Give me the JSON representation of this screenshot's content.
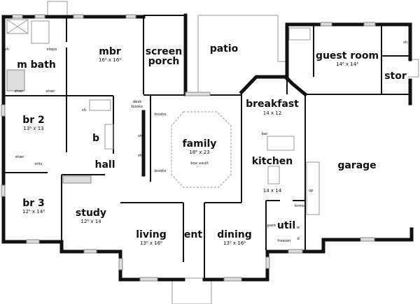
{
  "rooms": {
    "m_bath": {
      "label": "m bath"
    },
    "mbr": {
      "label": "mbr",
      "dim": "16⁶ x 16⁶"
    },
    "screen_porch": {
      "label1": "screen",
      "label2": "porch"
    },
    "patio": {
      "label": "patio"
    },
    "guest_room": {
      "label": "guest room",
      "dim": "14⁶ x 14⁶"
    },
    "stor": {
      "label": "stor"
    },
    "breakfast": {
      "label": "breakfast",
      "dim": "14 x 12"
    },
    "br2": {
      "label": "br 2",
      "dim": "13⁶ x 13"
    },
    "b": {
      "label": "b"
    },
    "family": {
      "label": "family",
      "dim": "18⁶ x 23",
      "note": "box vault"
    },
    "hall": {
      "label": "hall"
    },
    "kitchen": {
      "label": "kitchen",
      "dim": "14 x 14"
    },
    "garage": {
      "label": "garage"
    },
    "br3": {
      "label": "br 3",
      "dim": "12⁶ x 14⁶"
    },
    "study": {
      "label": "study",
      "dim": "12⁶ x 14"
    },
    "living": {
      "label": "living",
      "dim": "13⁶ x 16⁶"
    },
    "ent": {
      "label": "ent"
    },
    "dining": {
      "label": "dining",
      "dim": "13⁶ x 16⁶"
    },
    "util": {
      "label": "util"
    }
  },
  "fixtures": {
    "steps": "steps",
    "desk": "desk",
    "books1": "books",
    "books2": "books",
    "books3": "books",
    "shwr1": "shwr",
    "shwr2": "shwr",
    "shwr3": "shwr",
    "shlv": "shlv",
    "sh1": "sh",
    "sh2": "sh",
    "sh3": "sh",
    "sh4": "sh",
    "sh5": "sh",
    "bar": "bar",
    "up": "up",
    "brms": "brms",
    "pant": "pant",
    "freezer": "freezer",
    "w": "w",
    "d": "d"
  }
}
